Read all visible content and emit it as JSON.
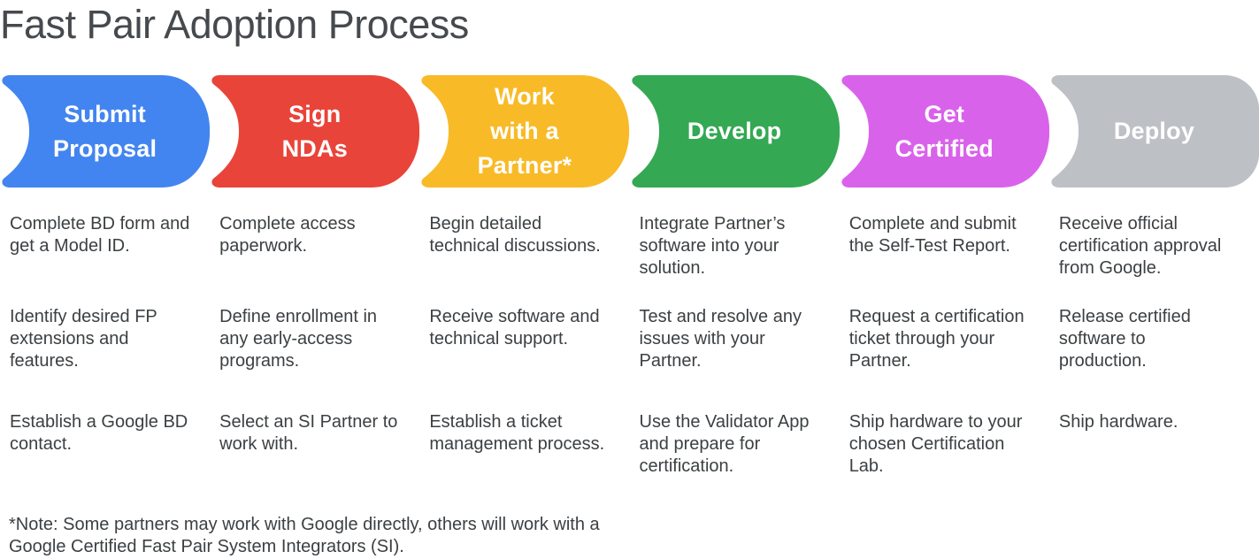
{
  "title": "Fast Pair Adoption Process",
  "note": "*Note: Some partners may work with Google directly, others will work with a\nGoogle Certified Fast Pair System Integrators (SI).",
  "colors": {
    "blue": "#4285f0",
    "red": "#e9443a",
    "yellow": "#f8ba27",
    "green": "#34a853",
    "magenta": "#d962eb",
    "gray": "#bdc1c6",
    "heading_text": "#46494d",
    "body_text": "#3c4043",
    "stage_label_text": "#ffffff"
  },
  "stages": [
    {
      "label": "Submit\nProposal",
      "color": "#4285f0",
      "items": [
        "Complete BD form and\nget a Model ID.",
        "Identify desired FP\nextensions and\nfeatures.",
        "Establish a Google BD\ncontact."
      ]
    },
    {
      "label": "Sign\nNDAs",
      "color": "#e9443a",
      "items": [
        "Complete access\npaperwork.",
        "Define enrollment in\nany early-access\nprograms.",
        "Select an SI Partner to\nwork with."
      ]
    },
    {
      "label": "Work\nwith a\nPartner*",
      "color": "#f8ba27",
      "items": [
        "Begin detailed\ntechnical discussions.",
        "Receive software and\ntechnical support.",
        "Establish a ticket\nmanagement process."
      ]
    },
    {
      "label": "Develop",
      "color": "#34a853",
      "items": [
        "Integrate Partner’s\nsoftware into your\nsolution.",
        "Test and resolve any\nissues with your\nPartner.",
        "Use the Validator App\nand prepare for\ncertification."
      ]
    },
    {
      "label": "Get\nCertified",
      "color": "#d962eb",
      "items": [
        "Complete and submit\nthe Self-Test Report.",
        "Request a certification\nticket through your\nPartner.",
        "Ship hardware to your\nchosen Certification\nLab."
      ]
    },
    {
      "label": "Deploy",
      "color": "#bdc1c6",
      "items": [
        "Receive official\ncertification approval\nfrom Google.",
        "Release certified\nsoftware to\nproduction.",
        "Ship hardware."
      ]
    }
  ]
}
